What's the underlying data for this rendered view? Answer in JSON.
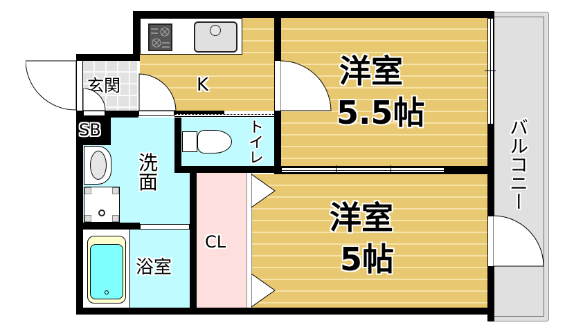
{
  "floorplan": {
    "rooms": {
      "western_room_1": {
        "name": "洋室",
        "size": "5.5帖"
      },
      "western_room_2": {
        "name": "洋室",
        "size": "5帖"
      },
      "kitchen": {
        "name": "K"
      },
      "entrance": {
        "name": "玄関"
      },
      "shoe_box": {
        "name": "SB"
      },
      "washroom": {
        "name": "洗面"
      },
      "toilet": {
        "name": "トイレ"
      },
      "bathroom": {
        "name": "浴室"
      },
      "closet": {
        "name": "CL"
      },
      "balcony": {
        "name": "バルコニー"
      }
    },
    "colors": {
      "wood_floor": "#e8c870",
      "wet_area": "#c0fcff",
      "closet": "#fde0de",
      "balcony": "#e0e0e0",
      "entrance_tile": "#e2e2e2",
      "wall": "#000000",
      "bathtub": "#80ffff"
    },
    "fixtures": [
      "stove-icon",
      "sink-icon",
      "toilet-icon",
      "washbasin-icon",
      "washing-machine-pan-icon",
      "bathtub-icon"
    ]
  }
}
